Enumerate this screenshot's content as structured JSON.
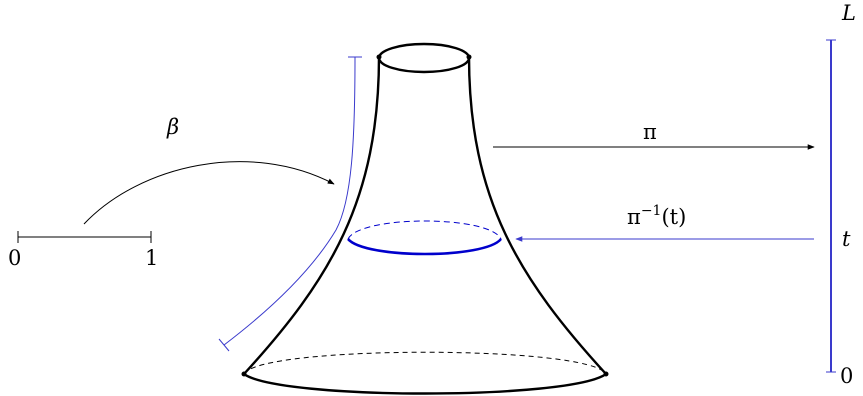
{
  "labels": {
    "beta": "β",
    "pi": "π",
    "pi_inverse_base": "π",
    "pi_inverse_exp": "−1",
    "pi_inverse_arg": "(t)",
    "t": "t",
    "L": "L",
    "zero_right": "0",
    "interval_start": "0",
    "interval_end": "1"
  },
  "colors": {
    "surface": "#000000",
    "highlight": "#0000cc",
    "blue_marks": "#3a3acc"
  }
}
